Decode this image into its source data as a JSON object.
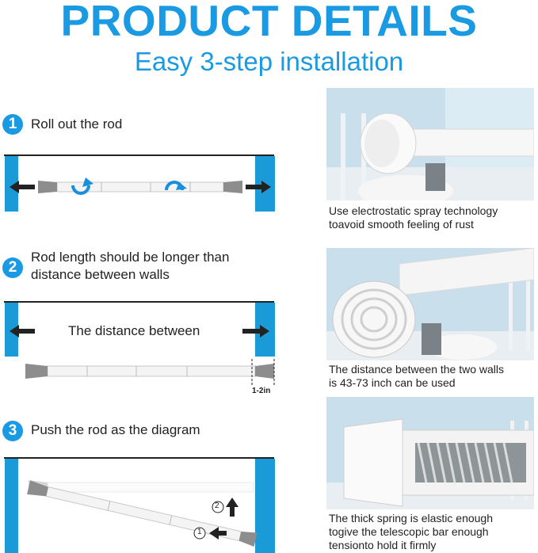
{
  "header": {
    "title": "PRODUCT DETAILS",
    "subtitle": "Easy 3-step installation"
  },
  "steps": [
    {
      "number": "1",
      "text": "Roll out the rod"
    },
    {
      "number": "2",
      "text_line1": "Rod length should be longer than",
      "text_line2": "distance between walls"
    },
    {
      "number": "3",
      "text": "Push the rod as the diagram"
    }
  ],
  "diagram2": {
    "distance_label": "The distance between",
    "gap_label": "1-2in"
  },
  "diagram3": {
    "marker1": "1",
    "marker2": "2"
  },
  "captions": [
    {
      "line1": "Use electrostatic spray technology",
      "line2": "toavoid smooth feeling of rust"
    },
    {
      "line1": "The distance between the two walls",
      "line2": "is 43-73 inch can be used"
    },
    {
      "line1": "The thick spring is elastic enough",
      "line2": "togive the telescopic bar enough",
      "line3": "tensionto hold it firmly"
    }
  ],
  "colors": {
    "accent": "#1a9ae2",
    "wall": "#1b9ad8"
  }
}
